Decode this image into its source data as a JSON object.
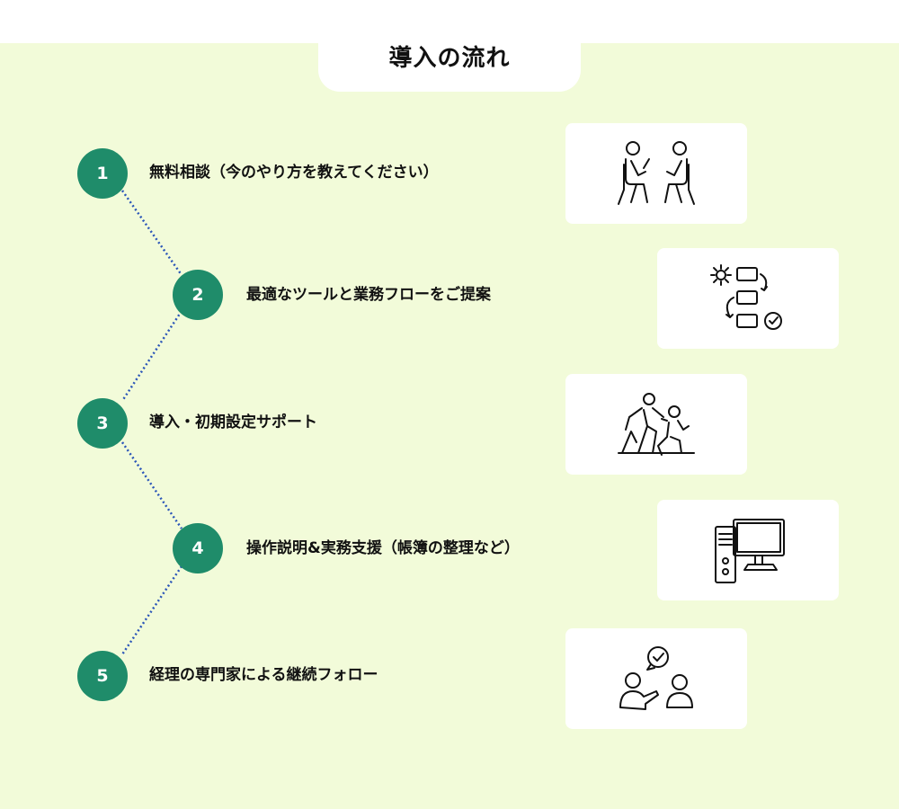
{
  "header": {
    "title": "導入の流れ"
  },
  "steps": [
    {
      "number": "1",
      "label": "無料相談（今のやり方を教えてください）",
      "icon": "consultation-icon"
    },
    {
      "number": "2",
      "label": "最適なツールと業務フローをご提案",
      "icon": "workflow-icon"
    },
    {
      "number": "3",
      "label": "導入・初期設定サポート",
      "icon": "support-icon"
    },
    {
      "number": "4",
      "label": "操作説明&実務支援（帳簿の整理など）",
      "icon": "computer-icon"
    },
    {
      "number": "5",
      "label": "経理の専門家による継続フォロー",
      "icon": "follow-up-icon"
    }
  ],
  "colors": {
    "background": "#f2fbd9",
    "step_circle": "#1f8c6a",
    "connector": "#2a55b8",
    "card": "#ffffff"
  }
}
